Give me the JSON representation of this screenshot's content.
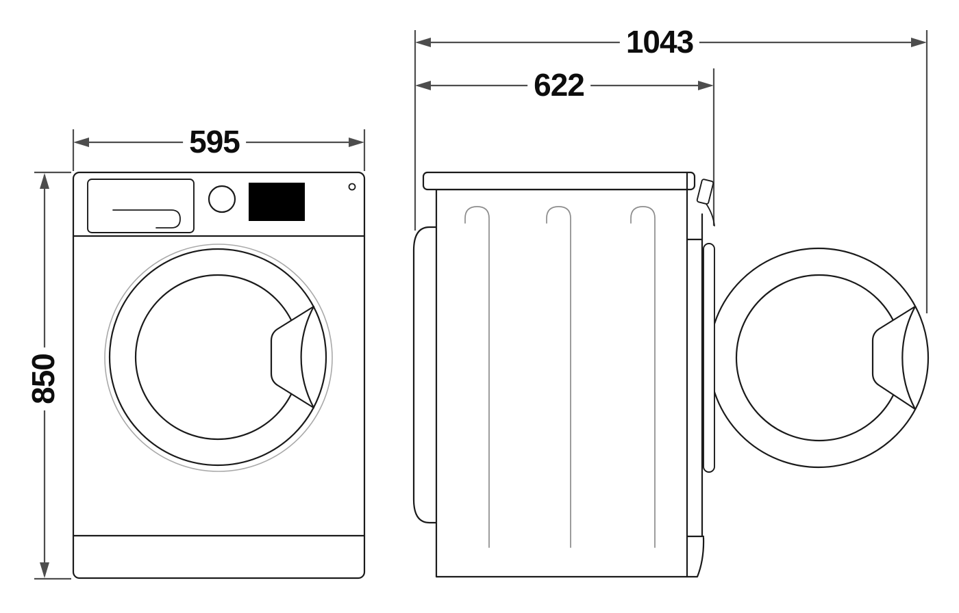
{
  "diagram": {
    "type": "technical-dimension-drawing",
    "subject": "front-loading washing machine",
    "views": {
      "front": "front view",
      "side": "side view with porthole door open"
    },
    "dimensions": {
      "front_width": "595",
      "height": "850",
      "depth_door_open": "1043",
      "depth_body": "622"
    },
    "colors": {
      "outline": "#1a1a1a",
      "dimension": "#4d4d4d",
      "display_fill": "#000000",
      "detail_gray": "#8c8c8c",
      "trim_gray": "#a9a9a9",
      "background": "#ffffff"
    }
  }
}
